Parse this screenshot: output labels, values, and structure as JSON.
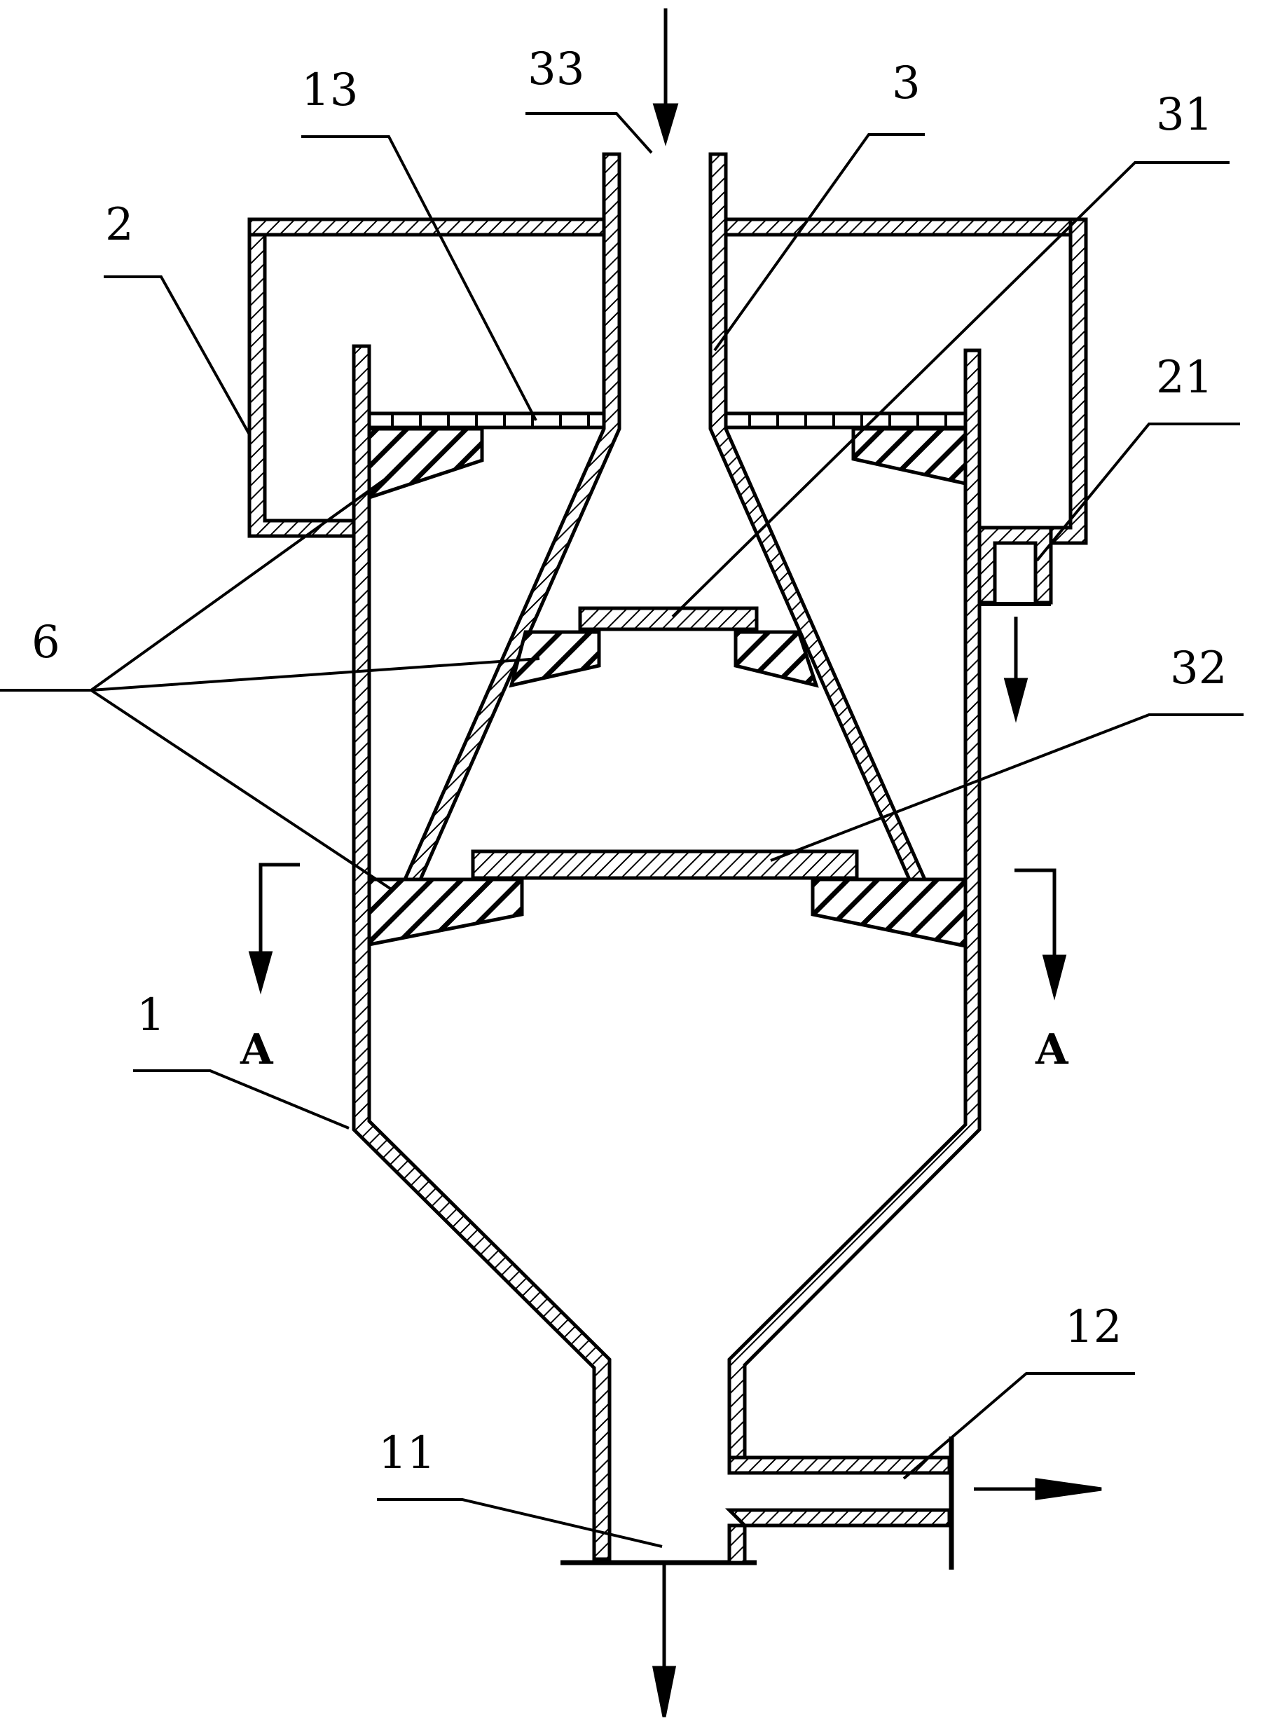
{
  "labels": {
    "l33": "33",
    "l13": "13",
    "l3": "3",
    "l31": "31",
    "l2": "2",
    "l21": "21",
    "l6": "6",
    "l32": "32",
    "l1": "1",
    "lA_left": "A",
    "lA_right": "A",
    "l12": "12",
    "l11": "11"
  },
  "colors": {
    "ink": "#000000",
    "paper": "#ffffff"
  }
}
